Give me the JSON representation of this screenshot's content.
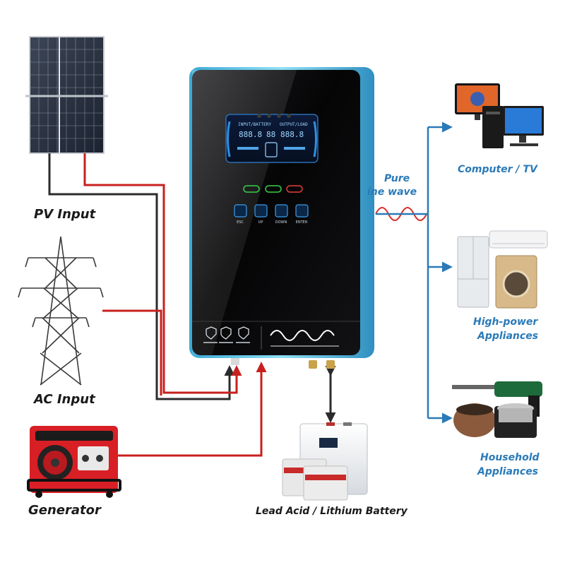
{
  "labels": {
    "pv_input": "PV Input",
    "ac_input": "AC Input",
    "generator": "Generator",
    "battery": "Lead Acid / Lithium Battery",
    "pure_sine_line1": "Pure",
    "pure_sine_line2": "ine wave",
    "computer_tv": "Computer / TV",
    "high_power_line1": "High-power",
    "high_power_line2": "Appliances",
    "household_line1": "Household",
    "household_line2": "Appliances"
  },
  "inverter": {
    "lcd_left_caption": "INPUT/BATTERY",
    "lcd_right_caption": "OUTPUT/LOAD",
    "lcd_left_digits": "888.8",
    "lcd_mid_digits": "88",
    "lcd_right_digits": "888.8",
    "buttons": [
      "ESC",
      "UP",
      "DOWN",
      "ENTER"
    ]
  },
  "colors": {
    "red_wire": "#c8201e",
    "black_wire": "#2b2b2b",
    "blue_line": "#2a7ab8",
    "inverter_frame": "#5ec8e8",
    "inverter_face": "#0b0b0d",
    "sine_wave": "#d9302c"
  }
}
